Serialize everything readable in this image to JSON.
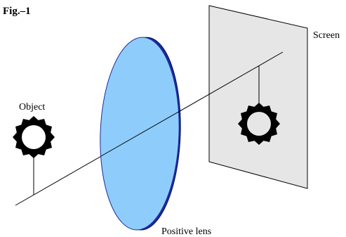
{
  "figure": {
    "fig_label": "Fig.–1"
  },
  "labels": {
    "object": "Object",
    "screen": "Screen",
    "lens": "Positive lens"
  },
  "colors": {
    "lens_fill": "#8ecdfb",
    "lens_edge": "#1d2a9a",
    "screen_fill": "#e6e6e6",
    "ring": "#000000",
    "line": "#000000"
  },
  "icons": {
    "object": "gear-ring-icon",
    "image": "gear-ring-icon"
  }
}
